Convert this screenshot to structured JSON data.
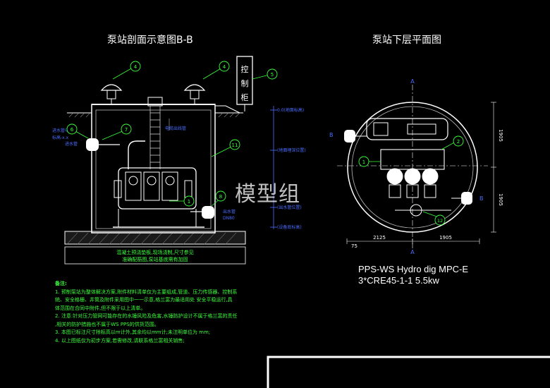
{
  "titles": {
    "section": "泵站剖面示意图B-B",
    "plan": "泵站下层平面图"
  },
  "control_cabinet": [
    "控",
    "制",
    "柜"
  ],
  "balloons": {
    "a": "4",
    "b": "4",
    "c": "5",
    "d": "6",
    "e": "7",
    "f": "11",
    "g": "8",
    "h": "1",
    "p1": "1",
    "p2": "2",
    "p12": "12"
  },
  "section_labels": {
    "inlet_center": "进水管中心",
    "inlet_elev": "标高-x.x",
    "inlet_pipe": "进水管",
    "elec_cable": "电缆出线管",
    "outlet_pipe": "出水管",
    "outlet_dn": "DN80"
  },
  "levels": {
    "l1": "0.0(地面标高)",
    "l2": "(地面埋深位置)",
    "l3": "(出水管位置)",
    "l4": "(设备底标高)"
  },
  "base_note": [
    "混凝土预浇垫板,现场浇制,尺寸参见",
    "准确配筋图,泵站基底需有加固"
  ],
  "plan_labels": {
    "a_top": "A",
    "a_bottom": "A",
    "b_left": "B",
    "b_right": "B",
    "dim_top": "1905",
    "dim_bottom": "1905",
    "dim_left": "2125",
    "dim_right": "1905",
    "dim_offset": "75"
  },
  "pump_spec": {
    "line1": "PPS-WS Hydro dig MPC-E",
    "line2": "3*CRE45-1-1 5.5kw"
  },
  "notes": {
    "heading": "备注:",
    "items": [
      "1.  预制泵站为整体解决方案,附件材料清单仅为主要组成,管道、压力传感器、控制系",
      "    统、安全格栅、井筒及附件采用图中一一示意,格兰富为最适用处 安全平稳运行,具",
      "    体范围在合同中附件,但不限于以上清单。",
      "2.  注意:针对压力管网可能存在的水锤风险及危害,水锤防护设计不属于格兰富的责任",
      "    ,相关的防护措施也不属于WS PPS的供货范围。",
      "3.  本图已标注尺寸除标高以m计外,其余均以mm计;未注明单位为 mm;",
      "4.  以上图纸仅为初步方案,若需修改,请联系格兰富相关销售;"
    ]
  },
  "watermark": "模型组"
}
